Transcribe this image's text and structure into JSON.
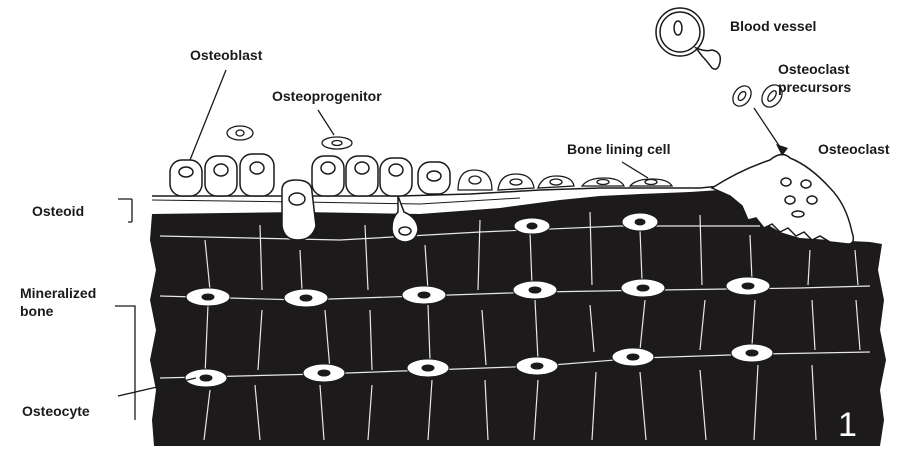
{
  "labels": {
    "osteoblast": "Osteoblast",
    "osteoprogenitor": "Osteoprogenitor",
    "blood_vessel": "Blood vessel",
    "osteoclast_precursors_line1": "Osteoclast",
    "osteoclast_precursors_line2": "precursors",
    "bone_lining_cell": "Bone lining cell",
    "osteoclast": "Osteoclast",
    "osteoid": "Osteoid",
    "mineralized_bone_line1": "Mineralized",
    "mineralized_bone_line2": "bone",
    "osteocyte": "Osteocyte"
  },
  "figure_number": "1",
  "colors": {
    "bone": "#1c1a1a",
    "ink": "#1a1a1a",
    "paper": "#ffffff"
  }
}
